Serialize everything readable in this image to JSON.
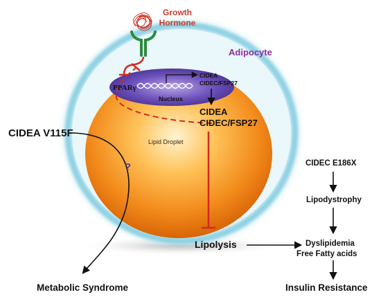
{
  "hormone": {
    "line1": "Growth",
    "line2": "Hormone"
  },
  "cell": {
    "label": "Adipocyte"
  },
  "nucleus": {
    "label": "Nucleus",
    "transcription_factor": "PPARγ",
    "genes": [
      "CIDEA",
      "CIDEC/FSP27"
    ]
  },
  "proteins": [
    "CIDEA",
    "CIDEC/FSP27"
  ],
  "lipid_droplet": {
    "label": "Lipid Droplet"
  },
  "left_pathway": {
    "variant": "CIDEA V115F",
    "unknown_marker": "?",
    "outcome": "Metabolic Syndrome"
  },
  "center": {
    "lipolysis": "Lipolysis"
  },
  "right_pathway": {
    "variant": "CIDEC E186X",
    "step1": "Lipodystrophy",
    "step2_line1": "Dyslipidemia",
    "step2_line2": "Free Fatty acids",
    "outcome": "Insulin Resistance"
  },
  "colors": {
    "hormone_red": "#cc3a2c",
    "receptor_green": "#2c8a3c",
    "adipocyte_purple": "#8e2f9b",
    "cell_halo": "#8fd3e4",
    "droplet_orange": "#f08a18",
    "nucleus_purple": "#5a3fa8",
    "inhibit_red": "#d22a22",
    "question_purple": "#5a3b8c"
  }
}
